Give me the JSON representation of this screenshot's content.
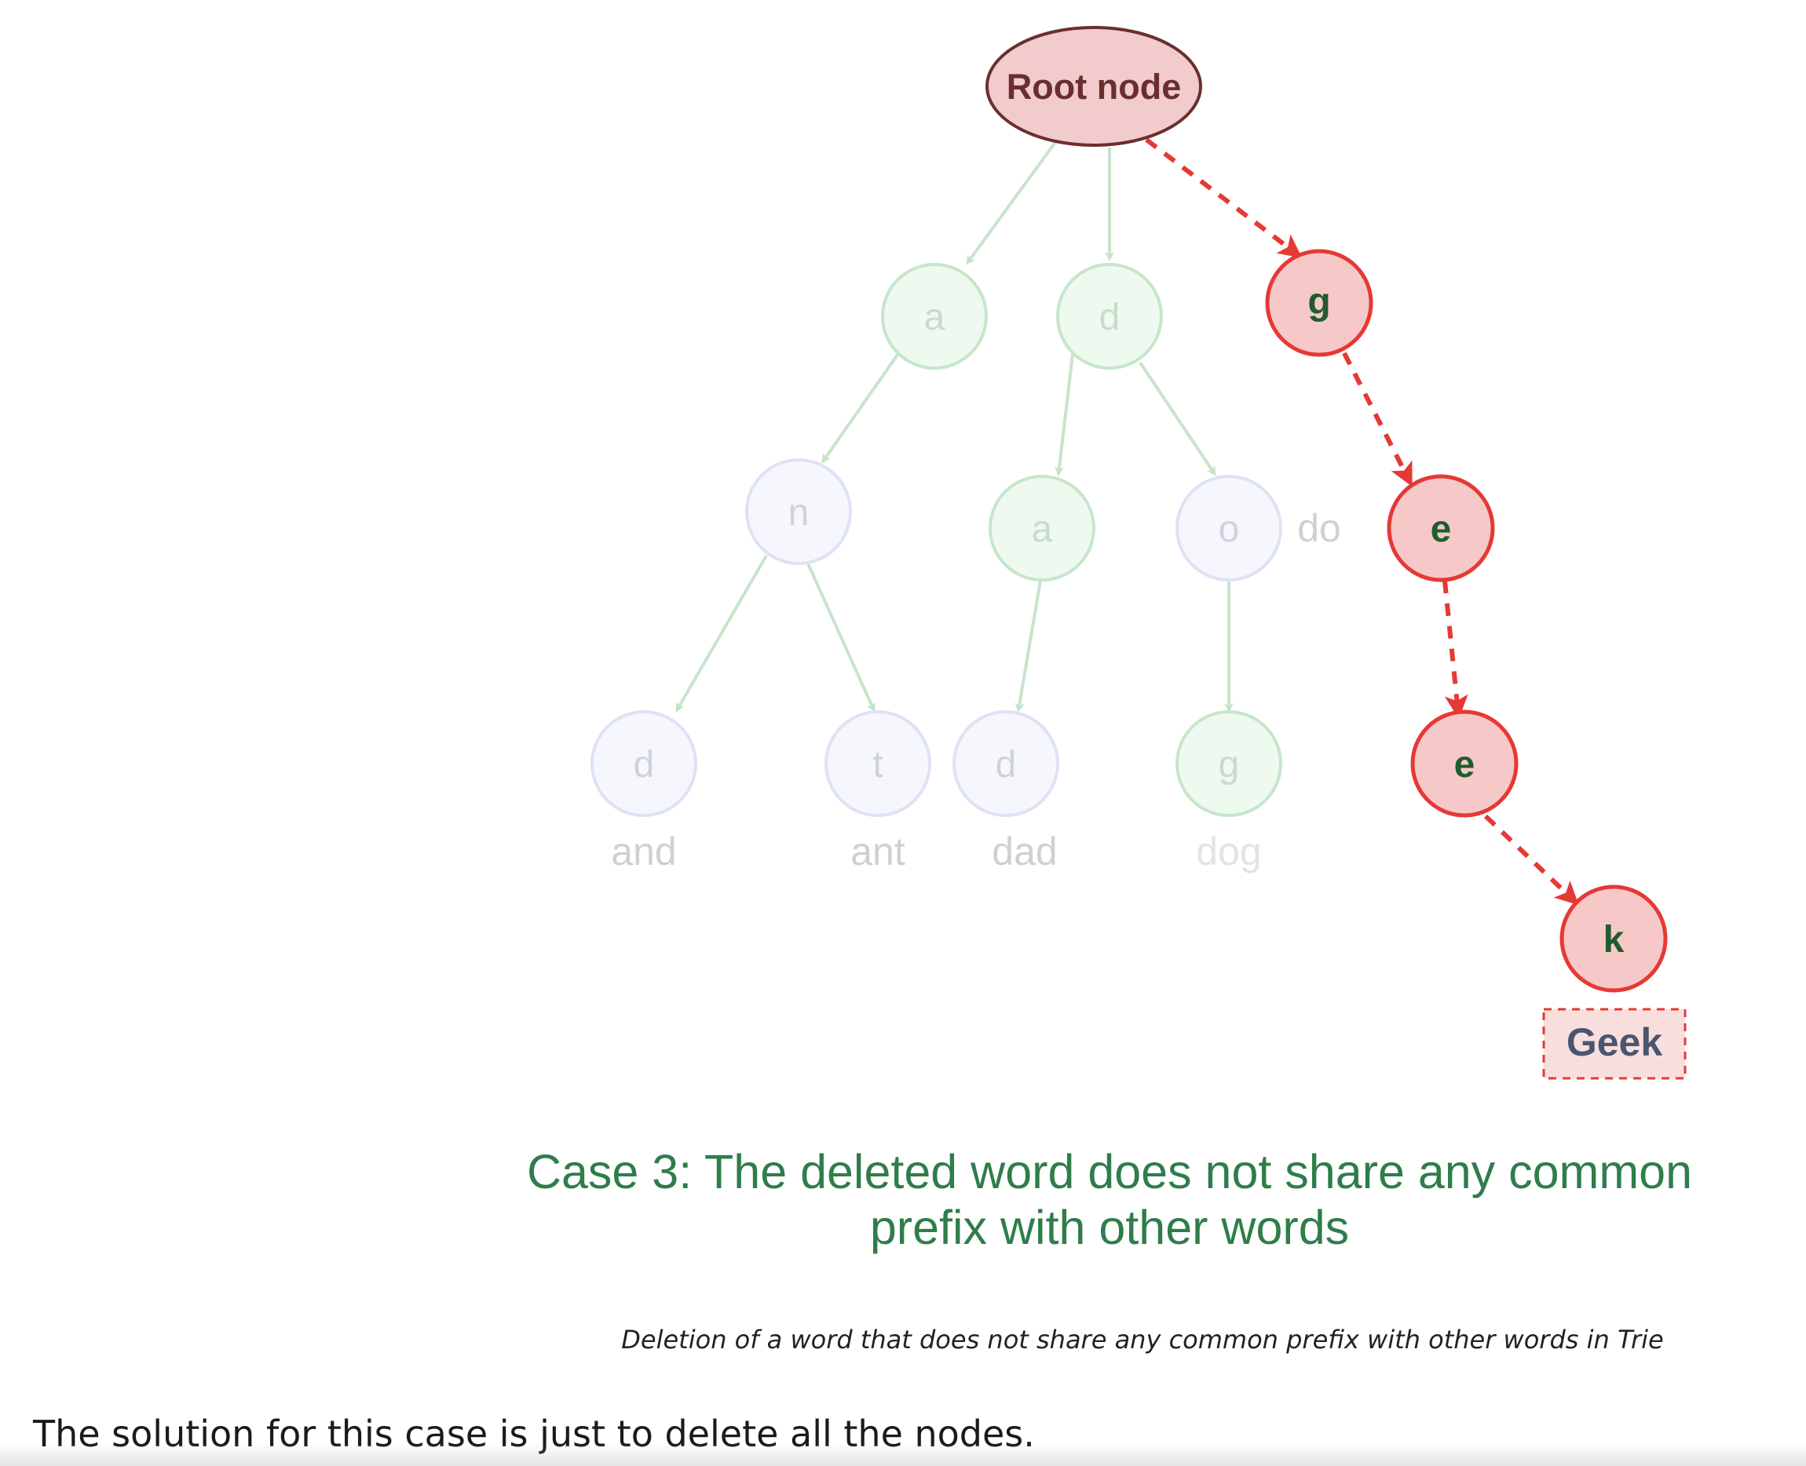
{
  "diagram": {
    "root_label": "Root node",
    "faded_nodes": {
      "a1": "a",
      "d1": "d",
      "n": "n",
      "a2": "a",
      "o": "o",
      "d2": "d",
      "t": "t",
      "d3": "d",
      "g2": "g"
    },
    "faded_words": {
      "and": "and",
      "ant": "ant",
      "dad": "dad",
      "dog": "dog",
      "do": "do"
    },
    "deleted_nodes": {
      "g": "g",
      "e1": "e",
      "e2": "e",
      "k": "k"
    },
    "deleted_word": "Geek",
    "case_title_line1": "Case 3: The deleted word does not share any common",
    "case_title_line2": "prefix with other words"
  },
  "caption": "Deletion of a word that does not share any common prefix with other words in Trie",
  "body_text": "The solution for this case is just to delete all the nodes.",
  "colors": {
    "root_fill": "#f2cccc",
    "root_stroke": "#6b2e2e",
    "root_text": "#6b2e2e",
    "deleted_fill": "#f7c8c8",
    "deleted_stroke": "#e53935",
    "deleted_text": "#1f5d2e",
    "deleted_word_text": "#4a5670",
    "faded_green_fill": "#eefaef",
    "faded_green_stroke": "#c6e6c9",
    "faded_blue_fill": "#f6f7fd",
    "faded_blue_stroke": "#dfe2f4",
    "faded_text": "#d0d0d0",
    "case_title": "#2e7d4a"
  }
}
